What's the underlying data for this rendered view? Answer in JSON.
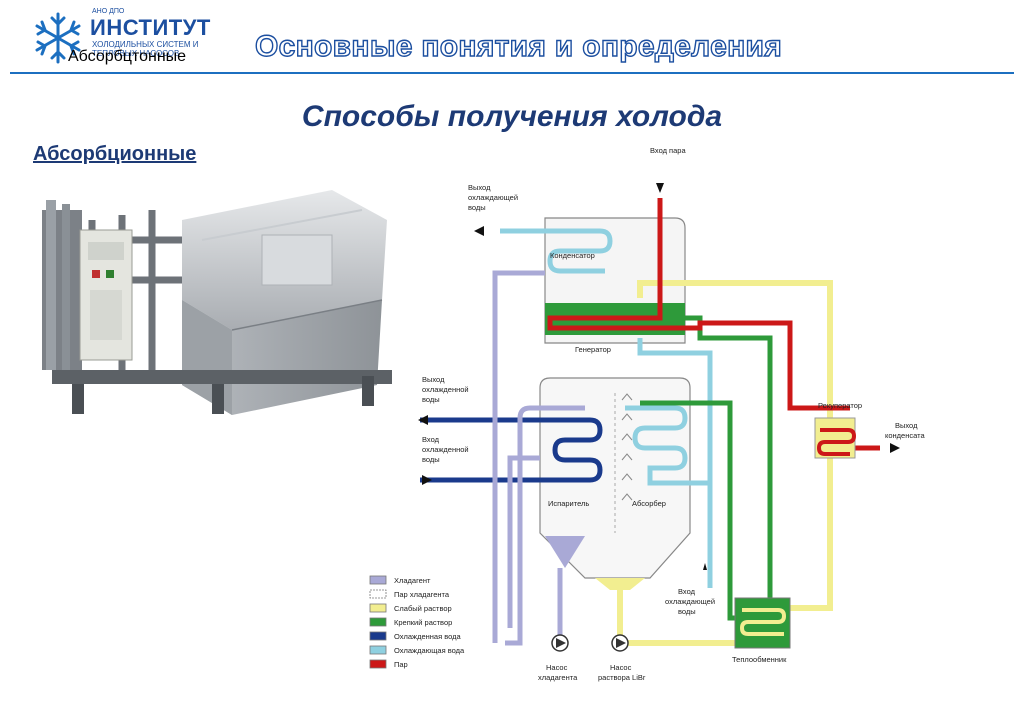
{
  "header": {
    "logo_small": "АНО ДПО",
    "logo_name": "ИНСТИТУТ",
    "logo_line1": "ХОЛОДИЛЬНЫХ СИСТЕМ И",
    "logo_line2": "ТЕПЛОВЫХ НАСОСОВ",
    "logo_overlay": "Абсорбцтонные",
    "title": "Основные понятия и определения"
  },
  "slide": {
    "title": "Способы получения холода",
    "subtitle": "Абсорбционные"
  },
  "diagram": {
    "labels": {
      "steam_in": "Вход пара",
      "cooling_water_out_1": "Выход",
      "cooling_water_out_2": "охлаждающей",
      "cooling_water_out_3": "воды",
      "condenser": "Конденсатор",
      "generator": "Генератор",
      "chilled_out_1": "Выход",
      "chilled_out_2": "охлажденной",
      "chilled_out_3": "воды",
      "chilled_in_1": "Вход",
      "chilled_in_2": "охлажденной",
      "chilled_in_3": "воды",
      "evaporator": "Испаритель",
      "absorber": "Абсорбер",
      "recuperator": "Рекуператор",
      "condensate_out_1": "Выход",
      "condensate_out_2": "конденсата",
      "cooling_in_1": "Вход",
      "cooling_in_2": "охлаждающей",
      "cooling_in_3": "воды",
      "heat_exchanger": "Теплообменник",
      "pump_refrigerant_1": "Насос",
      "pump_refrigerant_2": "хладагента",
      "pump_solution_1": "Насос",
      "pump_solution_2": "раствора LiBr"
    },
    "legend": [
      {
        "label": "Хладагент",
        "color": "#a9a9d6"
      },
      {
        "label": "Пар хладагента",
        "color": "#ffffff"
      },
      {
        "label": "Слабый раствор",
        "color": "#f2ee90"
      },
      {
        "label": "Крепкий раствор",
        "color": "#2e9a3a"
      },
      {
        "label": "Охлажденная вода",
        "color": "#1a3a8c"
      },
      {
        "label": "Охлаждающая вода",
        "color": "#8fd0e0"
      },
      {
        "label": "Пар",
        "color": "#cc1818"
      }
    ],
    "colors": {
      "refrigerant": "#a9a9d6",
      "weak_solution": "#f2ee90",
      "strong_solution": "#2e9a3a",
      "chilled_water": "#1a3a8c",
      "cooling_water": "#8fd0e0",
      "steam": "#cc1818"
    }
  }
}
